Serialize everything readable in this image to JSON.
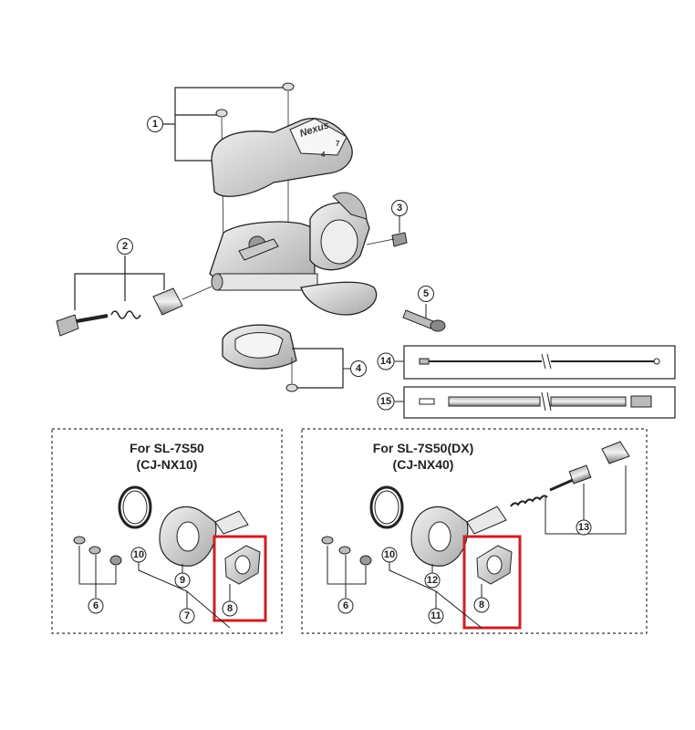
{
  "colors": {
    "line": "#222222",
    "part_fill": "#dcdcdc",
    "part_dark": "#8a8a8a",
    "highlight": "#cc1f26"
  },
  "callouts": [
    "1",
    "2",
    "3",
    "4",
    "5",
    "6",
    "7",
    "8",
    "9",
    "10",
    "11",
    "12",
    "13",
    "14",
    "15"
  ],
  "logo_text": "Nexus",
  "shifter_marks": [
    "4",
    "7"
  ],
  "panel_left": {
    "title_line1": "For SL-7S50",
    "title_line2": "(CJ-NX10)",
    "callouts": [
      "10",
      "9",
      "7",
      "6",
      "8"
    ]
  },
  "panel_right": {
    "title_line1": "For SL-7S50(DX)",
    "title_line2": "(CJ-NX40)",
    "callouts": [
      "10",
      "12",
      "11",
      "6",
      "8",
      "13"
    ]
  }
}
